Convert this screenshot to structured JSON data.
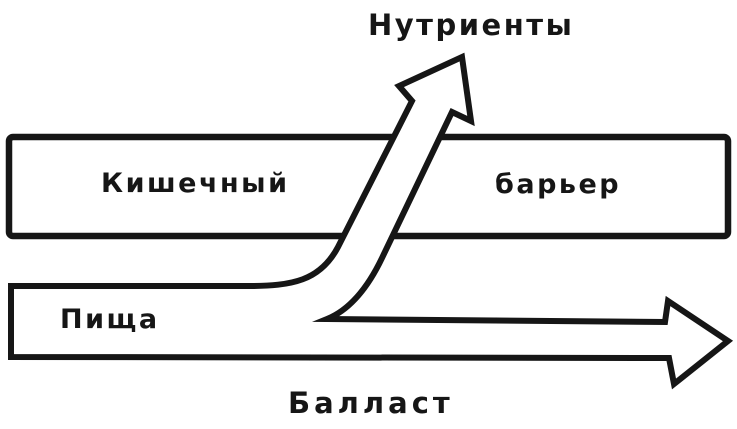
{
  "diagram": {
    "description": "Scanned book diagram: food splitting at the intestinal barrier into nutrients (up arrow) and ballast (right arrow)",
    "labels": {
      "nutrients": "Нутриенты",
      "barrier_word_left": "Кишечный",
      "barrier_word_right": "барьер",
      "food": "Пища",
      "ballast": "Балласт"
    },
    "colors": {
      "ink": "#161616",
      "paper": "#ffffff"
    }
  }
}
